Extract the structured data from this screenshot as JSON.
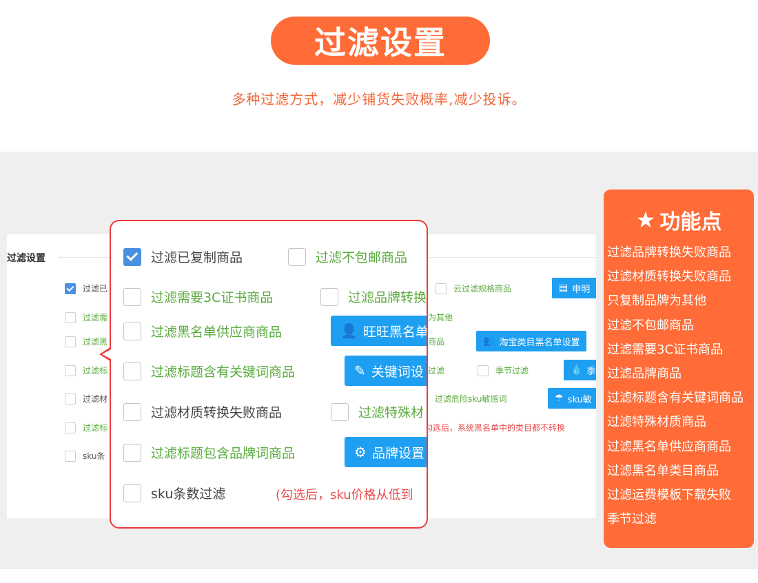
{
  "header": {
    "title": "过滤设置",
    "subtitle": "多种过滤方式，减少铺货失败概率,减少投诉。"
  },
  "colors": {
    "accent": "#ff6c37",
    "button_blue": "#1e9ff2",
    "check_blue": "#4a90e2",
    "label_green": "#5aab3d",
    "note_red": "#e84b4b",
    "popup_border": "#ee3a3a"
  },
  "background_panel": {
    "section_title": "过滤设置",
    "items": [
      {
        "label": "过滤已",
        "checked": true
      },
      {
        "label": "过滤需",
        "checked": false
      },
      {
        "label": "过滤黑",
        "checked": false
      },
      {
        "label": "过滤标",
        "checked": false
      },
      {
        "label": "过滤材",
        "checked": false
      },
      {
        "label": "过滤标",
        "checked": false
      },
      {
        "label": "sku条",
        "checked": false
      }
    ],
    "right_items": [
      {
        "label": "云过滤规格商品",
        "checked": false
      },
      {
        "label": "季节过滤",
        "checked": false
      }
    ],
    "fragments": {
      "other": "为其他",
      "goods": "商品",
      "filter": "过滤",
      "danger_sku": "过滤危险sku敏感词",
      "note": "勾选后，系统黑名单中的类目都不转换"
    },
    "buttons": {
      "statement": "申明",
      "taobao_blacklist": "淘宝类目黑名单设置",
      "season": "季",
      "sku_sensitive": "sku敏"
    }
  },
  "popup": {
    "items": {
      "copied": {
        "label": "过滤已复制商品",
        "checked": true
      },
      "no_free_ship": {
        "label": "过滤不包邮商品",
        "checked": false
      },
      "need_3c": {
        "label": "过滤需要3C证书商品",
        "checked": false
      },
      "brand_convert": {
        "label": "过滤品牌转换",
        "checked": false
      },
      "blacklist_supplier": {
        "label": "过滤黑名单供应商商品",
        "checked": false
      },
      "title_keyword": {
        "label": "过滤标题含有关键词商品",
        "checked": false
      },
      "material_fail": {
        "label": "过滤材质转换失败商品",
        "checked": false
      },
      "special_material": {
        "label": "过滤特殊材",
        "checked": false
      },
      "title_brand": {
        "label": "过滤标题包含品牌词商品",
        "checked": false
      },
      "sku_count": {
        "label": "sku条数过滤",
        "checked": false
      }
    },
    "buttons": {
      "wangwang_blacklist": "旺旺黑名单",
      "keyword_settings": "关键词设",
      "brand_settings": "品牌设置"
    },
    "sku_note": "(勾选后，sku价格从低到"
  },
  "features": {
    "heading": "功能点",
    "list": [
      "过滤品牌转换失败商品",
      "过滤材质转换失败商品",
      "只复制品牌为其他",
      "过滤不包邮商品",
      "过滤需要3C证书商品",
      "过滤品牌商品",
      "过滤标题含有关键词商品",
      "过滤特殊材质商品",
      "过滤黑名单供应商商品",
      "过滤黑名单类目商品",
      "过滤运费模板下载失败",
      "季节过滤"
    ]
  }
}
